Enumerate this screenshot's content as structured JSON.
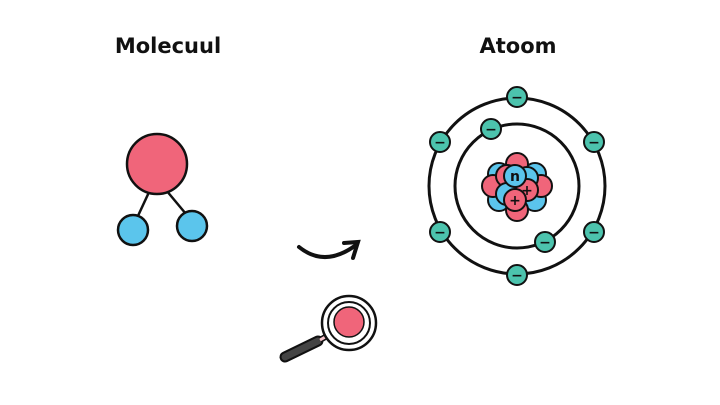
{
  "labels": {
    "molecule": "Molecuul",
    "atom": "Atoom"
  },
  "nucleus": {
    "neutron_symbol": "n",
    "proton_symbol": "+"
  },
  "electron_symbol": "−",
  "colors": {
    "red": "#f0657a",
    "blue": "#5bc5ec",
    "teal": "#4cc3ad",
    "stroke": "#111111",
    "handle": "#444444"
  }
}
